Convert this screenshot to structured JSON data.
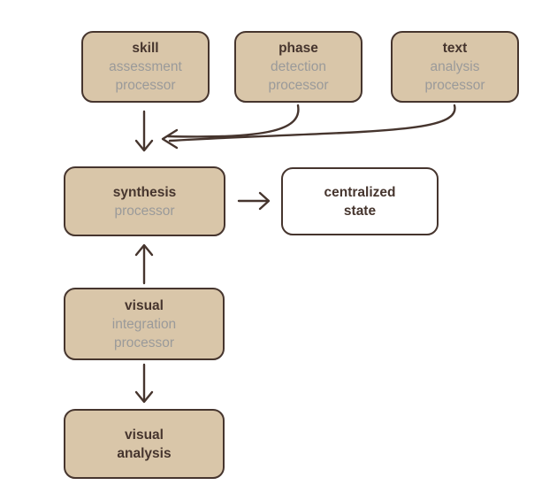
{
  "colors": {
    "node_fill": "#d9c6a9",
    "node_border": "#46352e",
    "title_color": "#46352e",
    "muted_color": "#9a9a9a",
    "bg": "#ffffff",
    "arrow": "#46352e"
  },
  "nodes": {
    "skill": {
      "lines": [
        {
          "text": "skill"
        },
        {
          "text": "assessment"
        },
        {
          "text": "processor"
        }
      ]
    },
    "phase": {
      "lines": [
        {
          "text": "phase"
        },
        {
          "text": "detection"
        },
        {
          "text": "processor"
        }
      ]
    },
    "text": {
      "lines": [
        {
          "text": "text"
        },
        {
          "text": "analysis"
        },
        {
          "text": "processor"
        }
      ]
    },
    "synthesis": {
      "lines": [
        {
          "text": "synthesis"
        },
        {
          "text": "processor"
        }
      ]
    },
    "centralized_state": {
      "lines": [
        {
          "text": "centralized"
        },
        {
          "text": "state"
        }
      ]
    },
    "visual_integration": {
      "lines": [
        {
          "text": "visual"
        },
        {
          "text": "integration"
        },
        {
          "text": "processor"
        }
      ]
    },
    "visual_analysis": {
      "lines": [
        {
          "text": "visual"
        },
        {
          "text": "analysis"
        }
      ]
    }
  }
}
